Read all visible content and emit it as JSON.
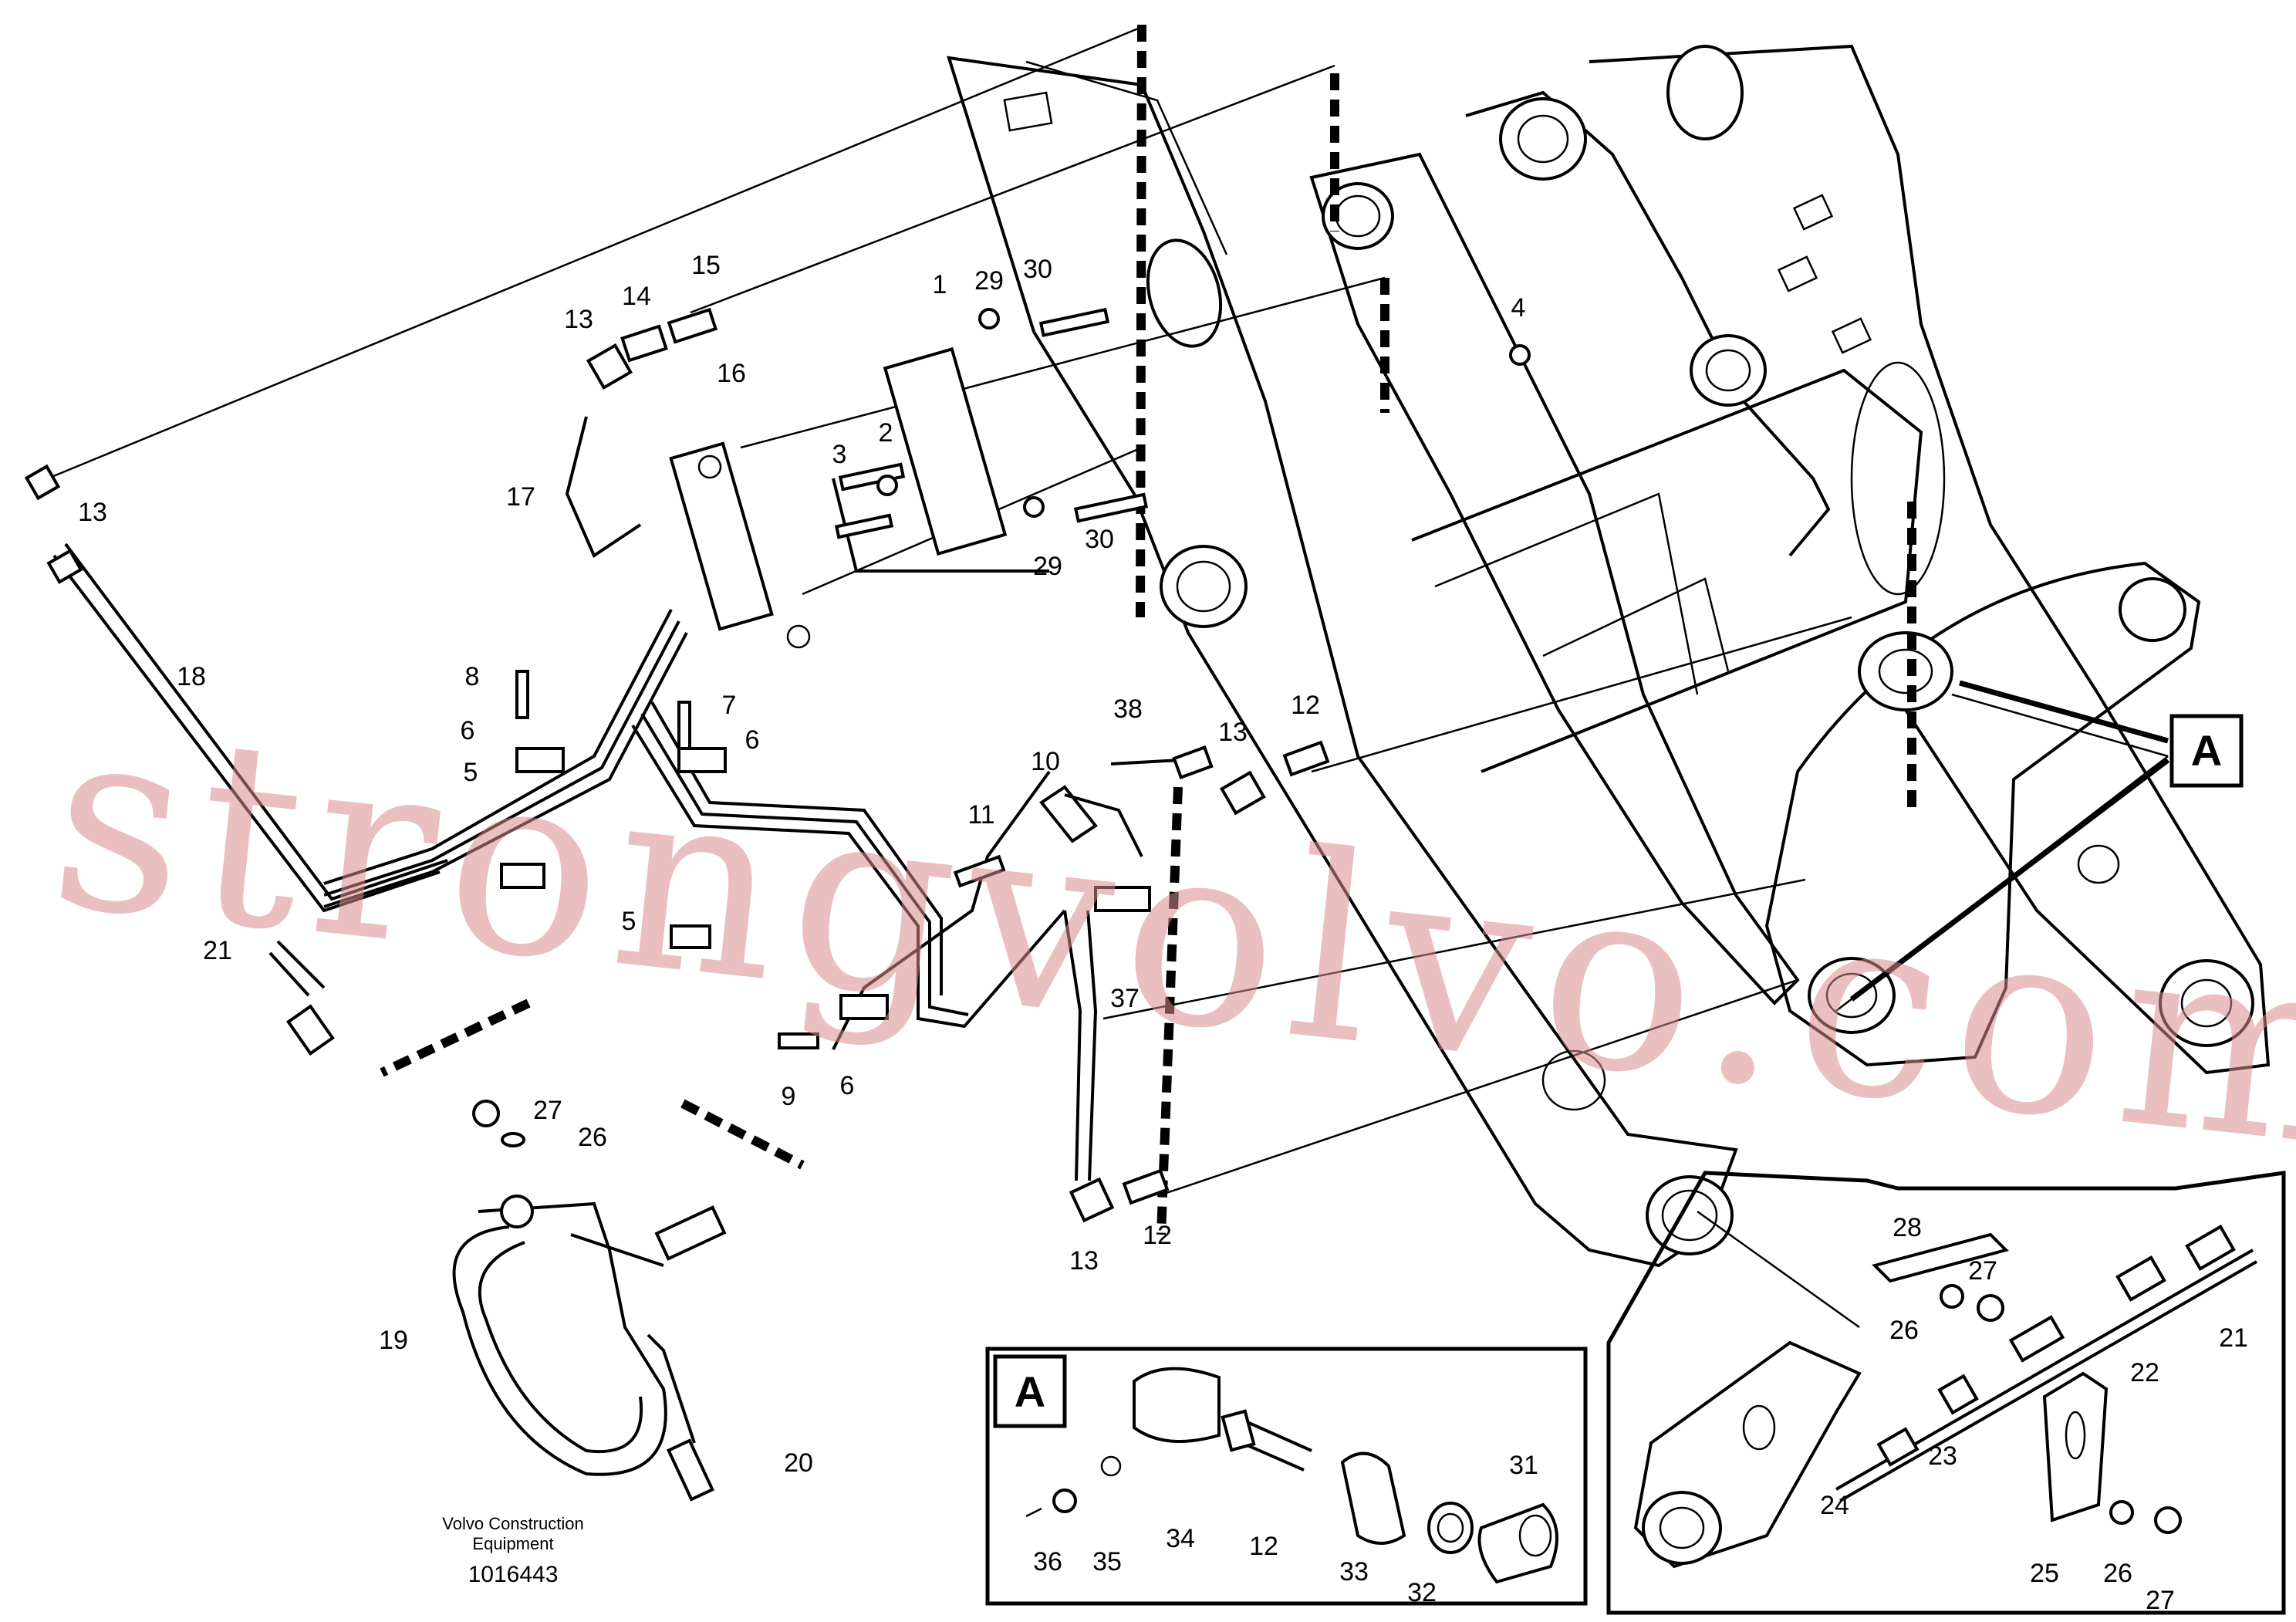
{
  "diagram": {
    "callouts": [
      {
        "id": "c1",
        "label": "1"
      },
      {
        "id": "c29a",
        "label": "29"
      },
      {
        "id": "c30a",
        "label": "30"
      },
      {
        "id": "c15",
        "label": "15"
      },
      {
        "id": "c14",
        "label": "14"
      },
      {
        "id": "c13a",
        "label": "13"
      },
      {
        "id": "c16",
        "label": "16"
      },
      {
        "id": "c3",
        "label": "3"
      },
      {
        "id": "c2",
        "label": "2"
      },
      {
        "id": "c4",
        "label": "4"
      },
      {
        "id": "c13b",
        "label": "13"
      },
      {
        "id": "c17",
        "label": "17"
      },
      {
        "id": "c29b",
        "label": "29"
      },
      {
        "id": "c30b",
        "label": "30"
      },
      {
        "id": "c18",
        "label": "18"
      },
      {
        "id": "c8",
        "label": "8"
      },
      {
        "id": "c6a",
        "label": "6"
      },
      {
        "id": "c7",
        "label": "7"
      },
      {
        "id": "c6b",
        "label": "6"
      },
      {
        "id": "c5a",
        "label": "5"
      },
      {
        "id": "c38",
        "label": "38"
      },
      {
        "id": "c13c",
        "label": "13"
      },
      {
        "id": "c12a",
        "label": "12"
      },
      {
        "id": "c10",
        "label": "10"
      },
      {
        "id": "c11",
        "label": "11"
      },
      {
        "id": "c5b",
        "label": "5"
      },
      {
        "id": "c21a",
        "label": "21"
      },
      {
        "id": "c37",
        "label": "37"
      },
      {
        "id": "c9",
        "label": "9"
      },
      {
        "id": "c6c",
        "label": "6"
      },
      {
        "id": "c27a",
        "label": "27"
      },
      {
        "id": "c26a",
        "label": "26"
      },
      {
        "id": "c13d",
        "label": "13"
      },
      {
        "id": "c12b",
        "label": "12"
      },
      {
        "id": "c19",
        "label": "19"
      },
      {
        "id": "c20",
        "label": "20"
      },
      {
        "id": "c28",
        "label": "28"
      },
      {
        "id": "c27b",
        "label": "27"
      },
      {
        "id": "c26b",
        "label": "26"
      },
      {
        "id": "c21b",
        "label": "21"
      },
      {
        "id": "c22",
        "label": "22"
      },
      {
        "id": "c23",
        "label": "23"
      },
      {
        "id": "c24",
        "label": "24"
      },
      {
        "id": "c25",
        "label": "25"
      },
      {
        "id": "c26c",
        "label": "26"
      },
      {
        "id": "c27c",
        "label": "27"
      },
      {
        "id": "c36",
        "label": "36"
      },
      {
        "id": "c35",
        "label": "35"
      },
      {
        "id": "c34",
        "label": "34"
      },
      {
        "id": "c12c",
        "label": "12"
      },
      {
        "id": "c33",
        "label": "33"
      },
      {
        "id": "c32",
        "label": "32"
      },
      {
        "id": "c31",
        "label": "31"
      }
    ],
    "detail_marker": "A",
    "detail_box_label": "A",
    "footer": {
      "company_line1": "Volvo Construction",
      "company_line2": "Equipment",
      "drawing_number": "1016443"
    },
    "watermark": "strongvolvo.com"
  }
}
